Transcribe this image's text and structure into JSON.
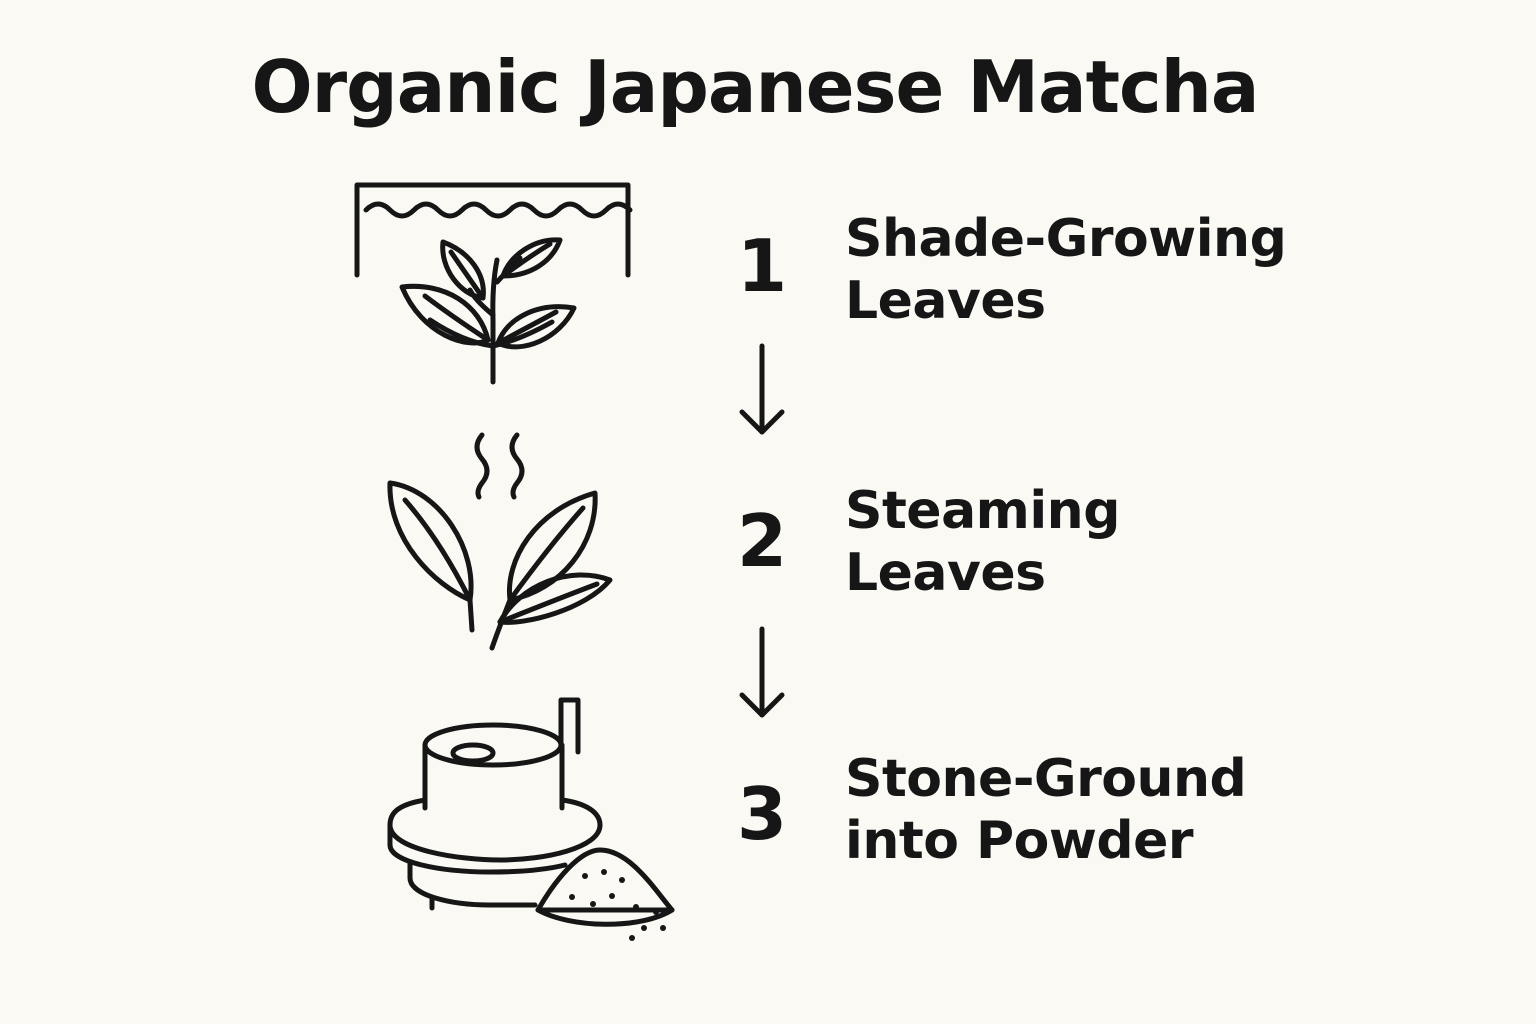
{
  "title": "Organic Japanese Matcha",
  "steps": [
    {
      "number": "1",
      "line1": "Shade-Growing",
      "line2": "Leaves",
      "icon": "shaded-tea-plant-icon"
    },
    {
      "number": "2",
      "line1": "Steaming",
      "line2": "Leaves",
      "icon": "steaming-leaves-icon"
    },
    {
      "number": "3",
      "line1": "Stone-Ground",
      "line2": "into Powder",
      "icon": "stone-mill-powder-icon"
    }
  ],
  "arrow_icon": "down-arrow-icon",
  "colors": {
    "background": "#fbf9f4",
    "ink": "#161616"
  }
}
